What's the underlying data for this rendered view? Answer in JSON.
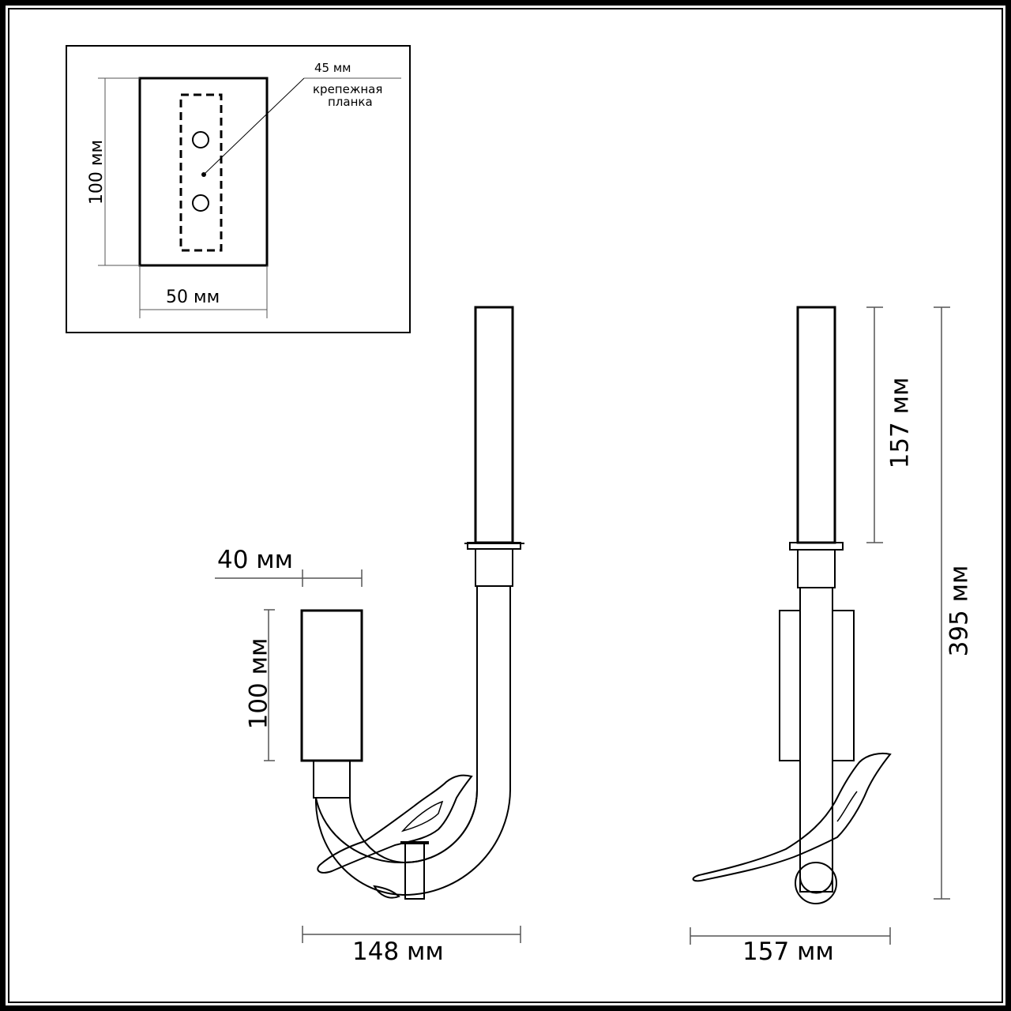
{
  "diagram": {
    "title": "Wall lamp dimensional drawing",
    "colors": {
      "line": "#000000",
      "dim_line": "#555555",
      "background": "#ffffff"
    },
    "mounting_inset": {
      "height_label": "100 мм",
      "width_label": "50 мм",
      "plate_width_label": "45 мм",
      "plate_caption_line1": "крепежная",
      "plate_caption_line2": "планка"
    },
    "side_view": {
      "base_width_label": "40 мм",
      "base_height_label": "100 мм",
      "overall_width_label": "148 мм"
    },
    "front_view": {
      "shade_height_label": "157 мм",
      "overall_height_label": "395 мм",
      "overall_width_label": "157 мм"
    }
  }
}
